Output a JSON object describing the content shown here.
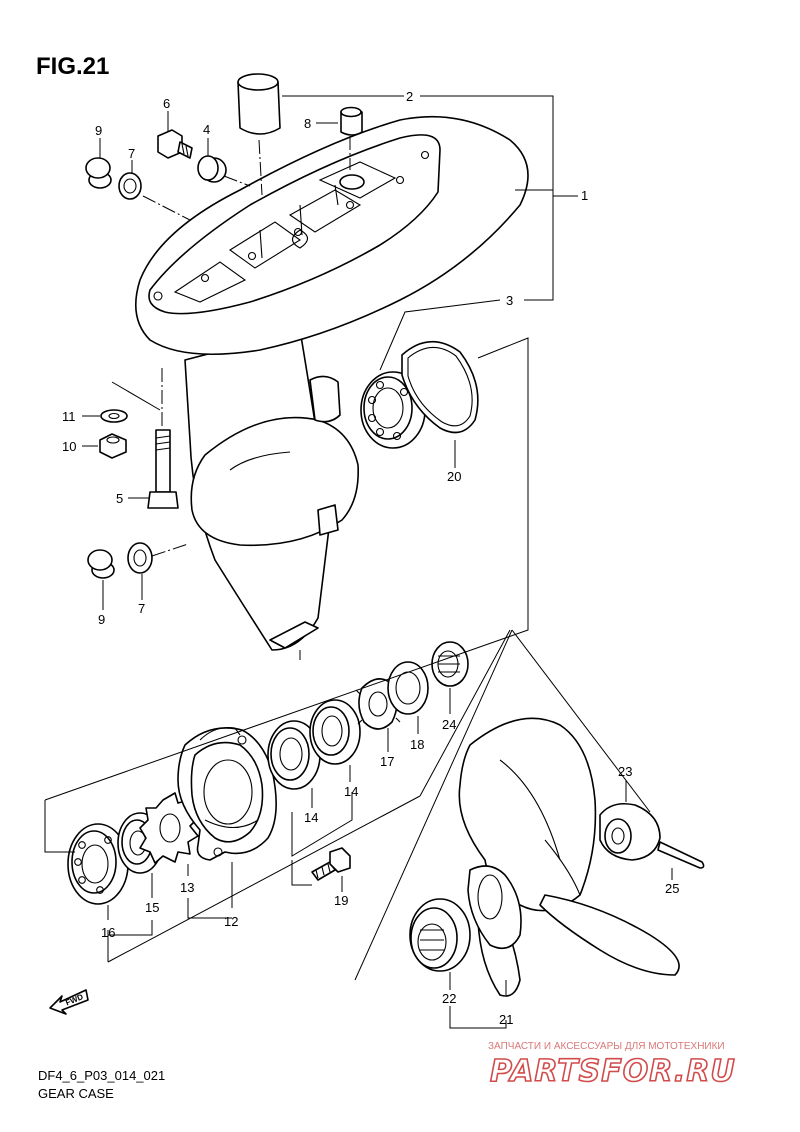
{
  "figure": {
    "title": "FIG.21"
  },
  "footer": {
    "code": "DF4_6_P03_014_021",
    "name": "GEAR CASE"
  },
  "fwd_label": "FWD",
  "watermark": {
    "tagline": "ЗАПЧАСТИ И АКСЕССУАРЫ ДЛЯ МОТОТЕХНИКИ",
    "logo_text": "PARTSFOR.RU"
  },
  "callouts": [
    {
      "id": "c1",
      "label": "1"
    },
    {
      "id": "c2",
      "label": "2"
    },
    {
      "id": "c3",
      "label": "3"
    },
    {
      "id": "c4",
      "label": "4"
    },
    {
      "id": "c5",
      "label": "5"
    },
    {
      "id": "c6",
      "label": "6"
    },
    {
      "id": "c7a",
      "label": "7"
    },
    {
      "id": "c7b",
      "label": "7"
    },
    {
      "id": "c8",
      "label": "8"
    },
    {
      "id": "c9a",
      "label": "9"
    },
    {
      "id": "c9b",
      "label": "9"
    },
    {
      "id": "c10",
      "label": "10"
    },
    {
      "id": "c11",
      "label": "11"
    },
    {
      "id": "c12",
      "label": "12"
    },
    {
      "id": "c13",
      "label": "13"
    },
    {
      "id": "c14a",
      "label": "14"
    },
    {
      "id": "c14b",
      "label": "14"
    },
    {
      "id": "c15",
      "label": "15"
    },
    {
      "id": "c16",
      "label": "16"
    },
    {
      "id": "c17",
      "label": "17"
    },
    {
      "id": "c18",
      "label": "18"
    },
    {
      "id": "c19",
      "label": "19"
    },
    {
      "id": "c20",
      "label": "20"
    },
    {
      "id": "c21",
      "label": "21"
    },
    {
      "id": "c22",
      "label": "22"
    },
    {
      "id": "c23",
      "label": "23"
    },
    {
      "id": "c24",
      "label": "24"
    },
    {
      "id": "c25",
      "label": "25"
    }
  ]
}
